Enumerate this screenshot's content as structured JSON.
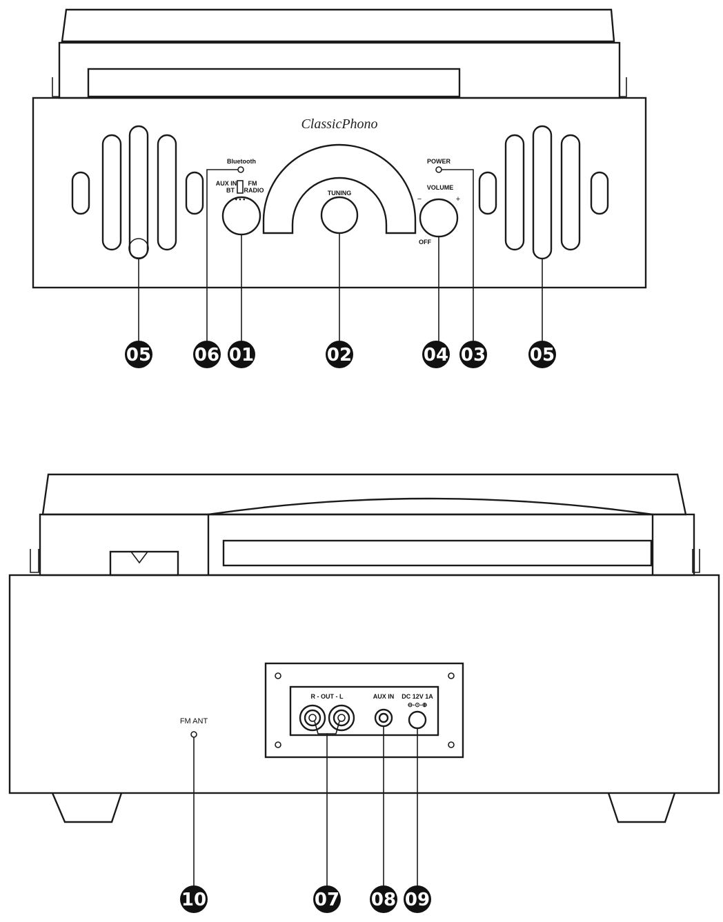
{
  "front": {
    "brand": "ClassicPhono",
    "bluetooth_label": "Bluetooth",
    "aux_bt_label_line1": "AUX IN",
    "aux_bt_label_line2": "BT",
    "fm_radio_label_line1": "FM",
    "fm_radio_label_line2": "RADIO",
    "tuning_label": "TUNING",
    "power_label": "POWER",
    "volume_label": "VOLUME",
    "volume_minus": "−",
    "volume_plus": "+",
    "off_label": "OFF"
  },
  "rear": {
    "fm_ant_label": "FM ANT",
    "out_label": "R - OUT - L",
    "aux_in_label": "AUX IN",
    "dc_label": "DC 12V 1A"
  },
  "callouts": {
    "c05_left": "05",
    "c06": "06",
    "c01": "01",
    "c02": "02",
    "c04": "04",
    "c03": "03",
    "c05_right": "05",
    "c10": "10",
    "c07": "07",
    "c08": "08",
    "c09": "09"
  }
}
